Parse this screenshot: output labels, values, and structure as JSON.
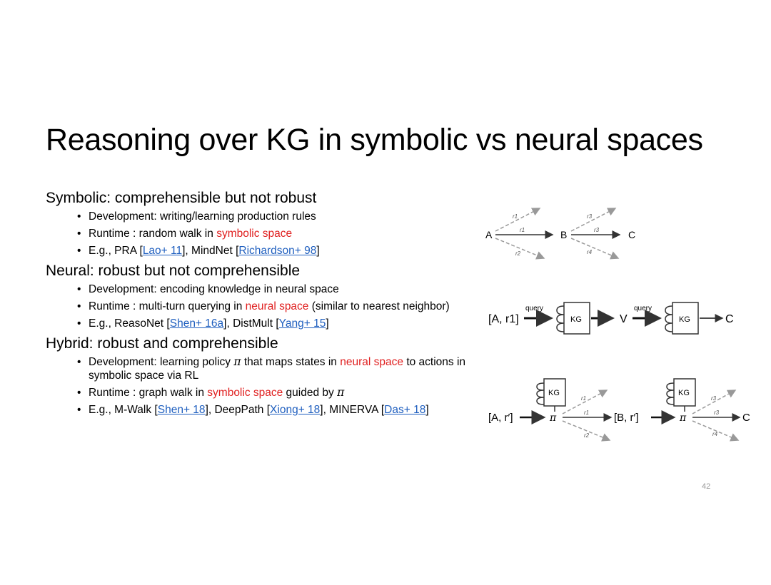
{
  "slide": {
    "title": "Reasoning over KG in symbolic vs neural spaces",
    "page_number": "42"
  },
  "sections": {
    "symbolic": {
      "heading": "Symbolic:  comprehensible but not robust",
      "b1": "Development: writing/learning production rules",
      "b2_pre": "Runtime : random walk in ",
      "b2_red": "symbolic space",
      "b3_pre": "E.g., PRA [",
      "b3_link1": "Lao+ 11",
      "b3_mid": "], MindNet [",
      "b3_link2": "Richardson+ 98",
      "b3_post": "]"
    },
    "neural": {
      "heading": "Neural: robust but not comprehensible",
      "b1": "Development: encoding knowledge in neural space",
      "b2_pre": "Runtime : multi-turn querying in ",
      "b2_red": "neural space",
      "b2_post": " (similar to nearest neighbor)",
      "b3_pre": "E.g., ReasoNet [",
      "b3_link1": "Shen+ 16a",
      "b3_mid": "], DistMult [",
      "b3_link2": "Yang+ 15",
      "b3_post": "]"
    },
    "hybrid": {
      "heading": "Hybrid: robust and comprehensible",
      "b1_pre": "Development: learning policy ",
      "b1_pi": "π",
      "b1_mid": " that maps states in ",
      "b1_red": "neural space",
      "b1_post": " to actions in symbolic space via RL",
      "b2_pre": "Runtime : graph walk in ",
      "b2_red": "symbolic space",
      "b2_mid": " guided by ",
      "b2_pi": "π",
      "b3_pre": "E.g., M-Walk [",
      "b3_link1": "Shen+ 18",
      "b3_mid1": "], DeepPath [",
      "b3_link2": "Xiong+ 18",
      "b3_mid2": "], MINERVA [",
      "b3_link3": "Das+ 18",
      "b3_post": "]"
    }
  },
  "diagram1": {
    "node_a": "A",
    "node_b": "B",
    "node_c": "C",
    "r1": "r1",
    "r2": "r2",
    "r3": "r3",
    "r4": "r4"
  },
  "diagram2": {
    "input": "[A, r1]",
    "query1": "query",
    "kg1": "KG",
    "mid": "V",
    "query2": "query",
    "kg2": "KG",
    "out": "C"
  },
  "diagram3": {
    "input": "[A, r′]",
    "kg1": "KG",
    "pi1": "π",
    "mid": "[B, r′]",
    "kg2": "KG",
    "pi2": "π",
    "out": "C",
    "r1": "r1",
    "r2": "r2",
    "r3": "r3",
    "r4": "r4"
  },
  "colors": {
    "emphasis": "#e02020",
    "link": "#1f5fbf",
    "arrow": "#999999"
  }
}
